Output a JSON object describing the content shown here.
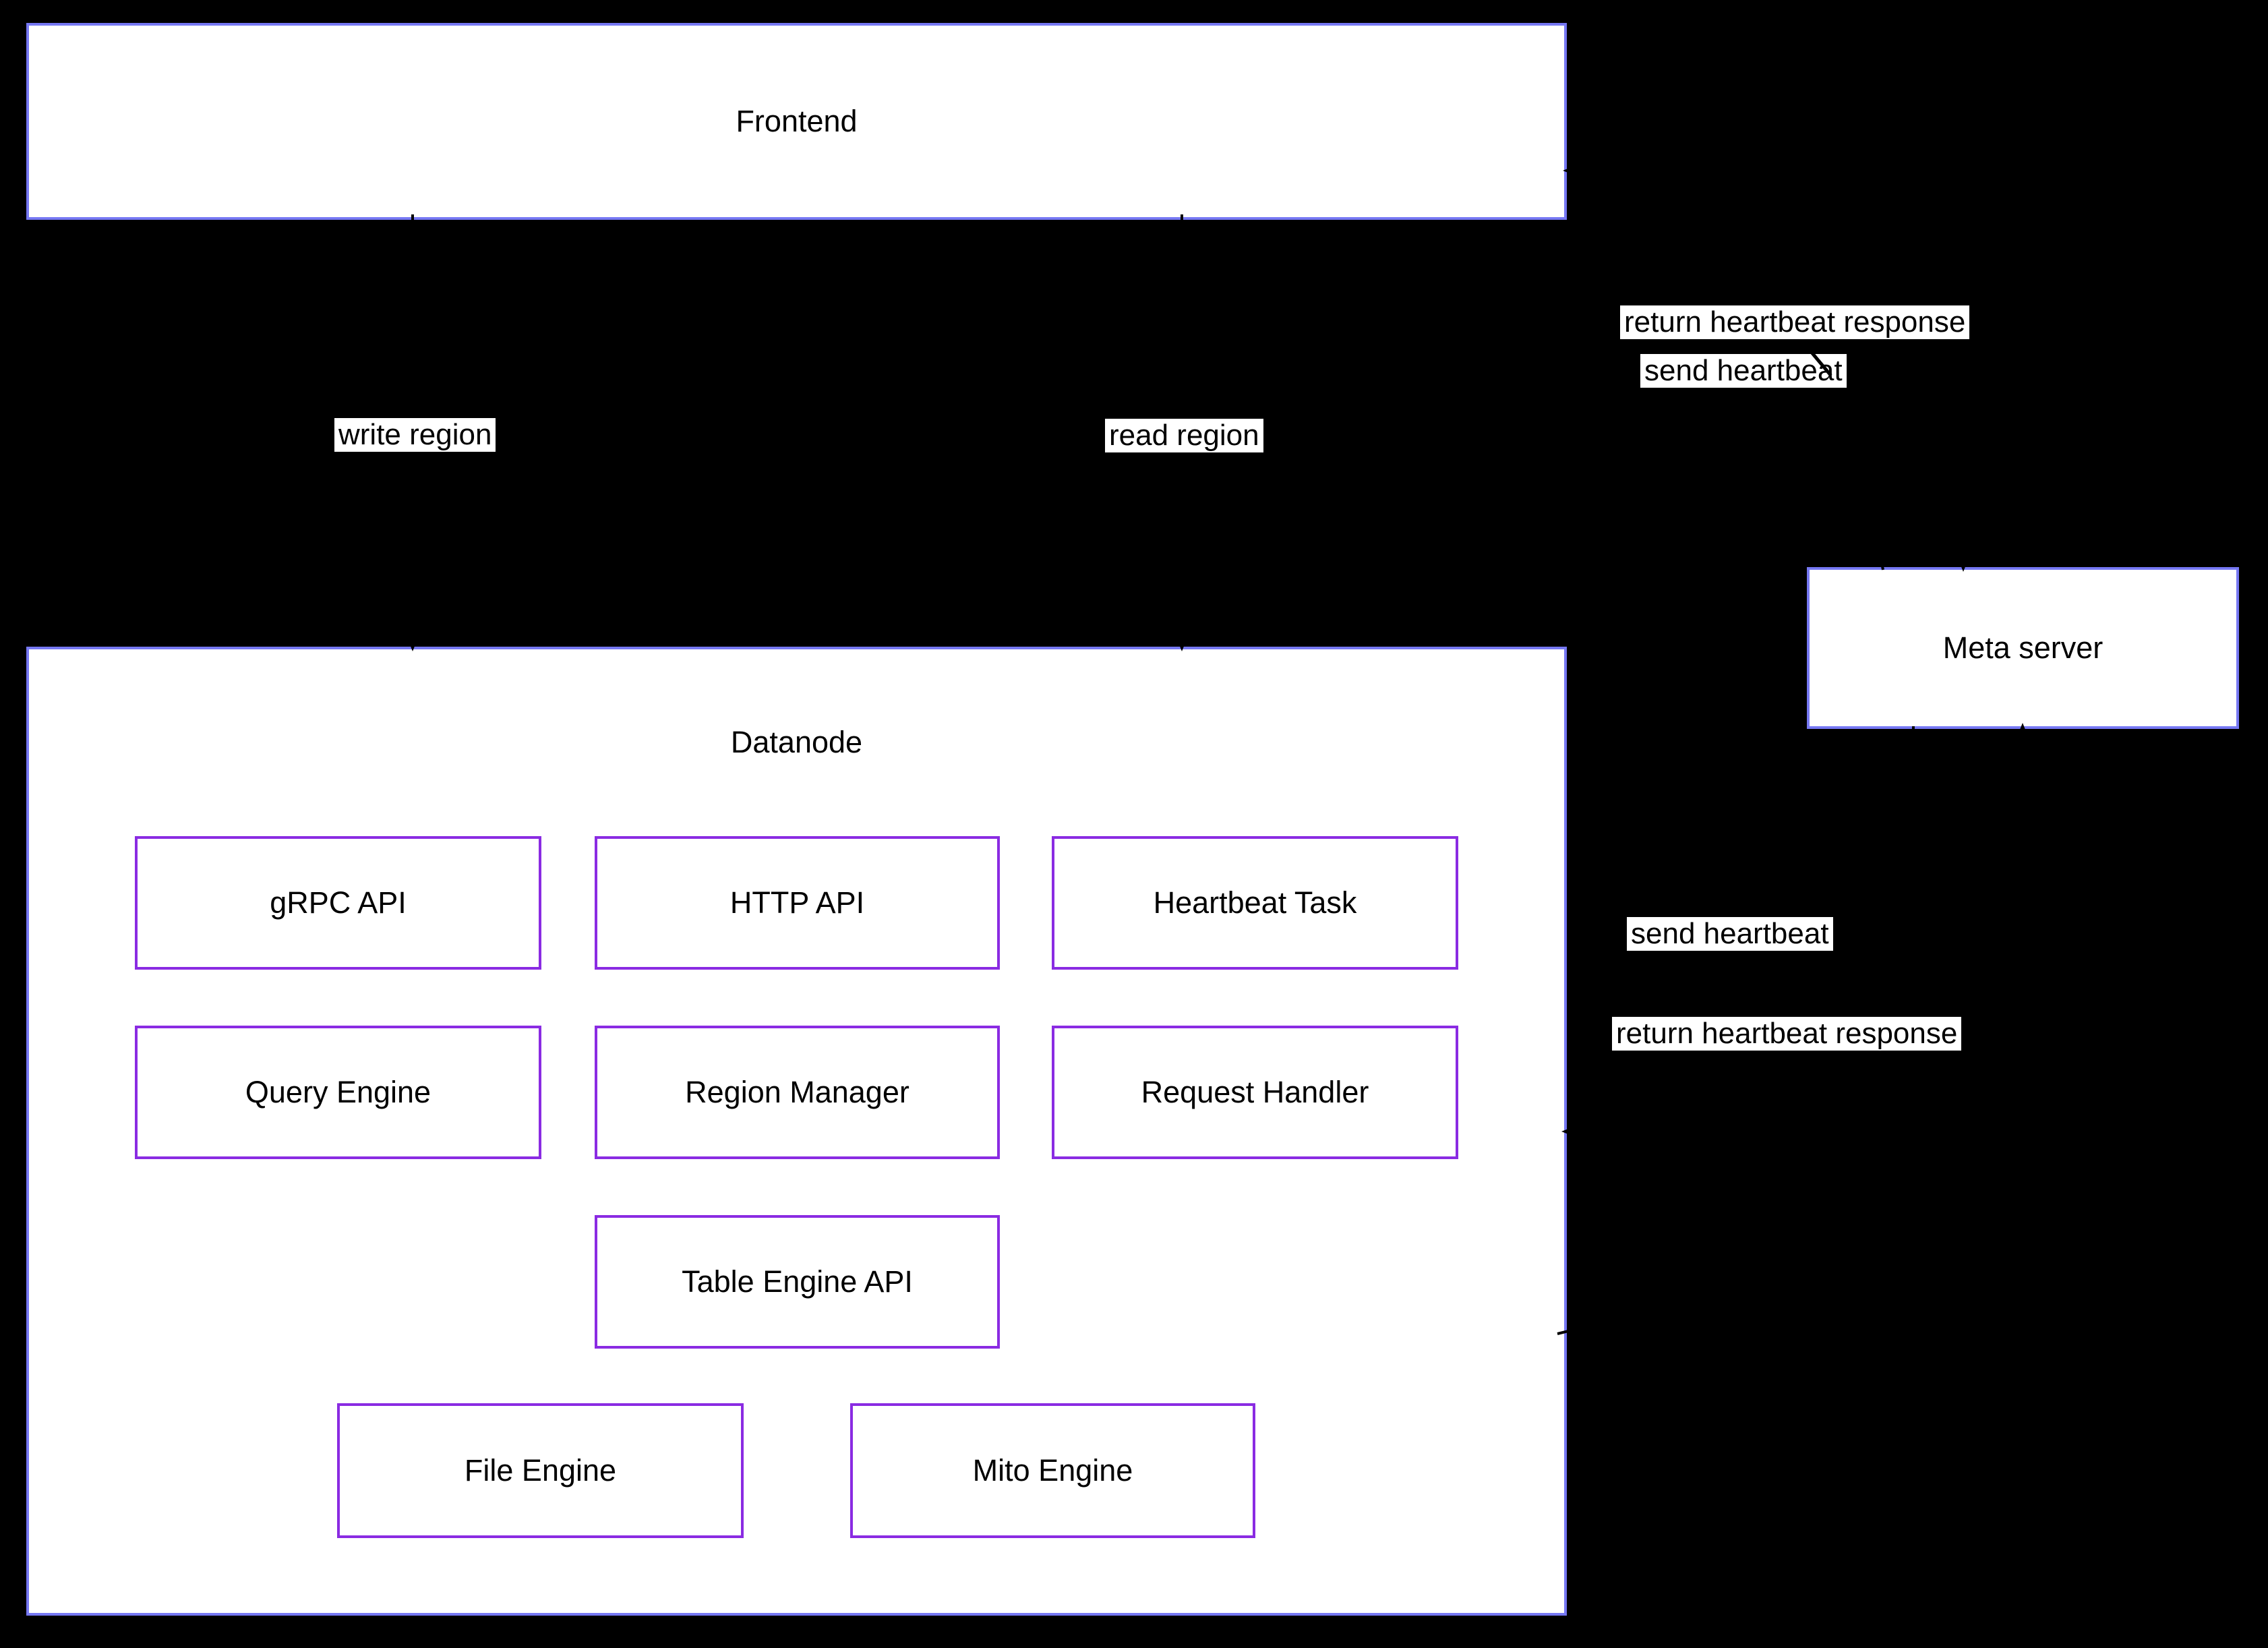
{
  "diagram": {
    "nodes": {
      "frontend": "Frontend",
      "datanode": "Datanode",
      "meta_server": "Meta server",
      "datanode_components": [
        "gRPC API",
        "HTTP API",
        "Heartbeat Task",
        "Query Engine",
        "Region Manager",
        "Request Handler",
        "Table Engine API",
        "File Engine",
        "Mito Engine"
      ]
    },
    "edge_labels": {
      "write_region": "write region",
      "read_region": "read region",
      "return_heartbeat_top": "return heartbeat response",
      "send_heartbeat_top": "send heartbeat",
      "send_heartbeat_mid": "send heartbeat",
      "return_heartbeat_mid": "return heartbeat response"
    },
    "colors": {
      "background": "#000000",
      "box_fill": "#ffffff",
      "outer_border": "#7678f3",
      "inner_border": "#8a2be2",
      "edge_line": "#000000",
      "edge_label_bg": "#ffffff",
      "text": "#000000"
    }
  }
}
